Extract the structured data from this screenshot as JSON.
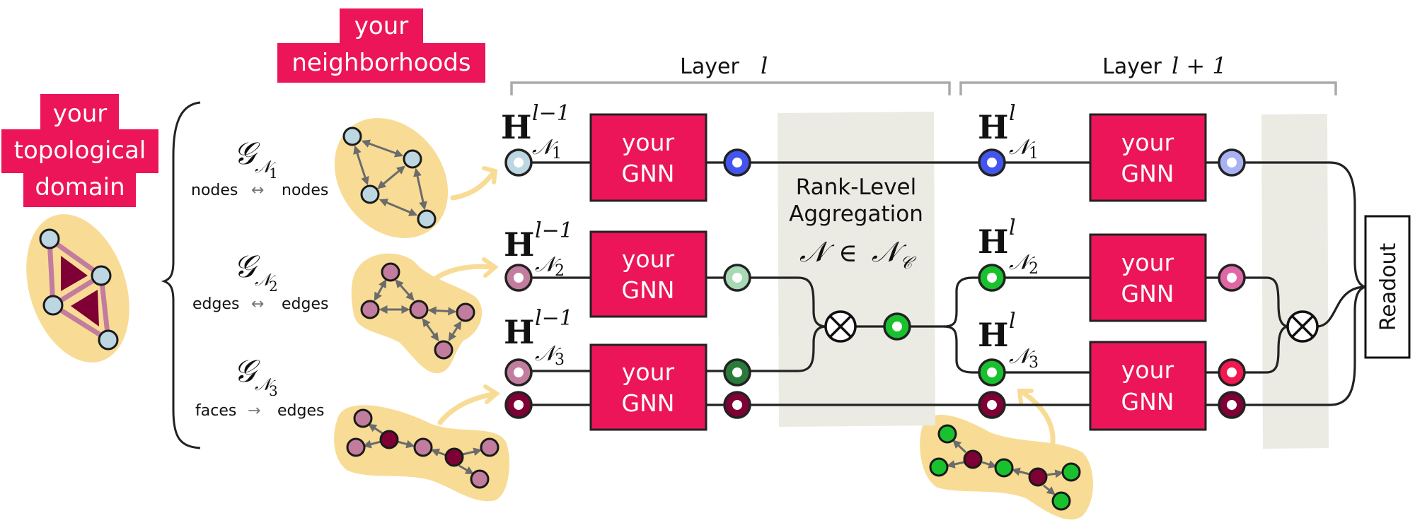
{
  "labels": {
    "domain": [
      "your",
      "topological",
      "domain"
    ],
    "neighborhoods": [
      "your",
      "neighborhoods"
    ],
    "layer_l": {
      "word": "Layer",
      "sym": "l"
    },
    "layer_l1": {
      "word": "Layer",
      "sym": "l + 1"
    },
    "aggregation": {
      "line1": "Rank-Level",
      "line2": "Aggregation",
      "math_lhs": "𝒩",
      "math_in": "∈",
      "math_rhs": "𝒩",
      "math_rhs_sub": "𝒞"
    },
    "readout": "Readout",
    "gnn_line1": "your",
    "gnn_line2": "GNN"
  },
  "neighborhood_defs": [
    {
      "symbol": "𝒢",
      "sub": "𝒩",
      "subidx": "1",
      "rule_from": "nodes",
      "rule_arrow": "↔",
      "rule_to": "nodes"
    },
    {
      "symbol": "𝒢",
      "sub": "𝒩",
      "subidx": "2",
      "rule_from": "edges",
      "rule_arrow": "↔",
      "rule_to": "edges"
    },
    {
      "symbol": "𝒢",
      "sub": "𝒩",
      "subidx": "3",
      "rule_from": "faces",
      "rule_arrow": "→",
      "rule_to": "edges"
    }
  ],
  "features_layer_l": [
    {
      "H": "H",
      "sup": "l−1",
      "sub": "𝒩",
      "subidx": "1"
    },
    {
      "H": "H",
      "sup": "l−1",
      "sub": "𝒩",
      "subidx": "2"
    },
    {
      "H": "H",
      "sup": "l−1",
      "sub": "𝒩",
      "subidx": "3"
    }
  ],
  "features_layer_l1": [
    {
      "H": "H",
      "sup": "l",
      "sub": "𝒩",
      "subidx": "1"
    },
    {
      "H": "H",
      "sup": "l",
      "sub": "𝒩",
      "subidx": "2"
    },
    {
      "H": "H",
      "sup": "l",
      "sub": "𝒩",
      "subidx": "3"
    }
  ],
  "aggregation_symbol": "⊗",
  "colors": {
    "brand_pink": "#ec1559",
    "blob_yellow": "#f8dc95",
    "agg_gray": "#ebebe3",
    "node_lightblue": "#bcd6e2",
    "node_mauve": "#c27d9e",
    "node_darkred": "#7e0034",
    "node_green": "#19c12e",
    "feat_blue": "#4455ee",
    "feat_paleblue": "#a9b1f5",
    "feat_palegreen": "#a6d9b4",
    "feat_darkgreen": "#2a7a3a",
    "feat_pink": "#e066a6",
    "feat_red": "#f21850",
    "bracket_gray": "#aaaaaa"
  }
}
